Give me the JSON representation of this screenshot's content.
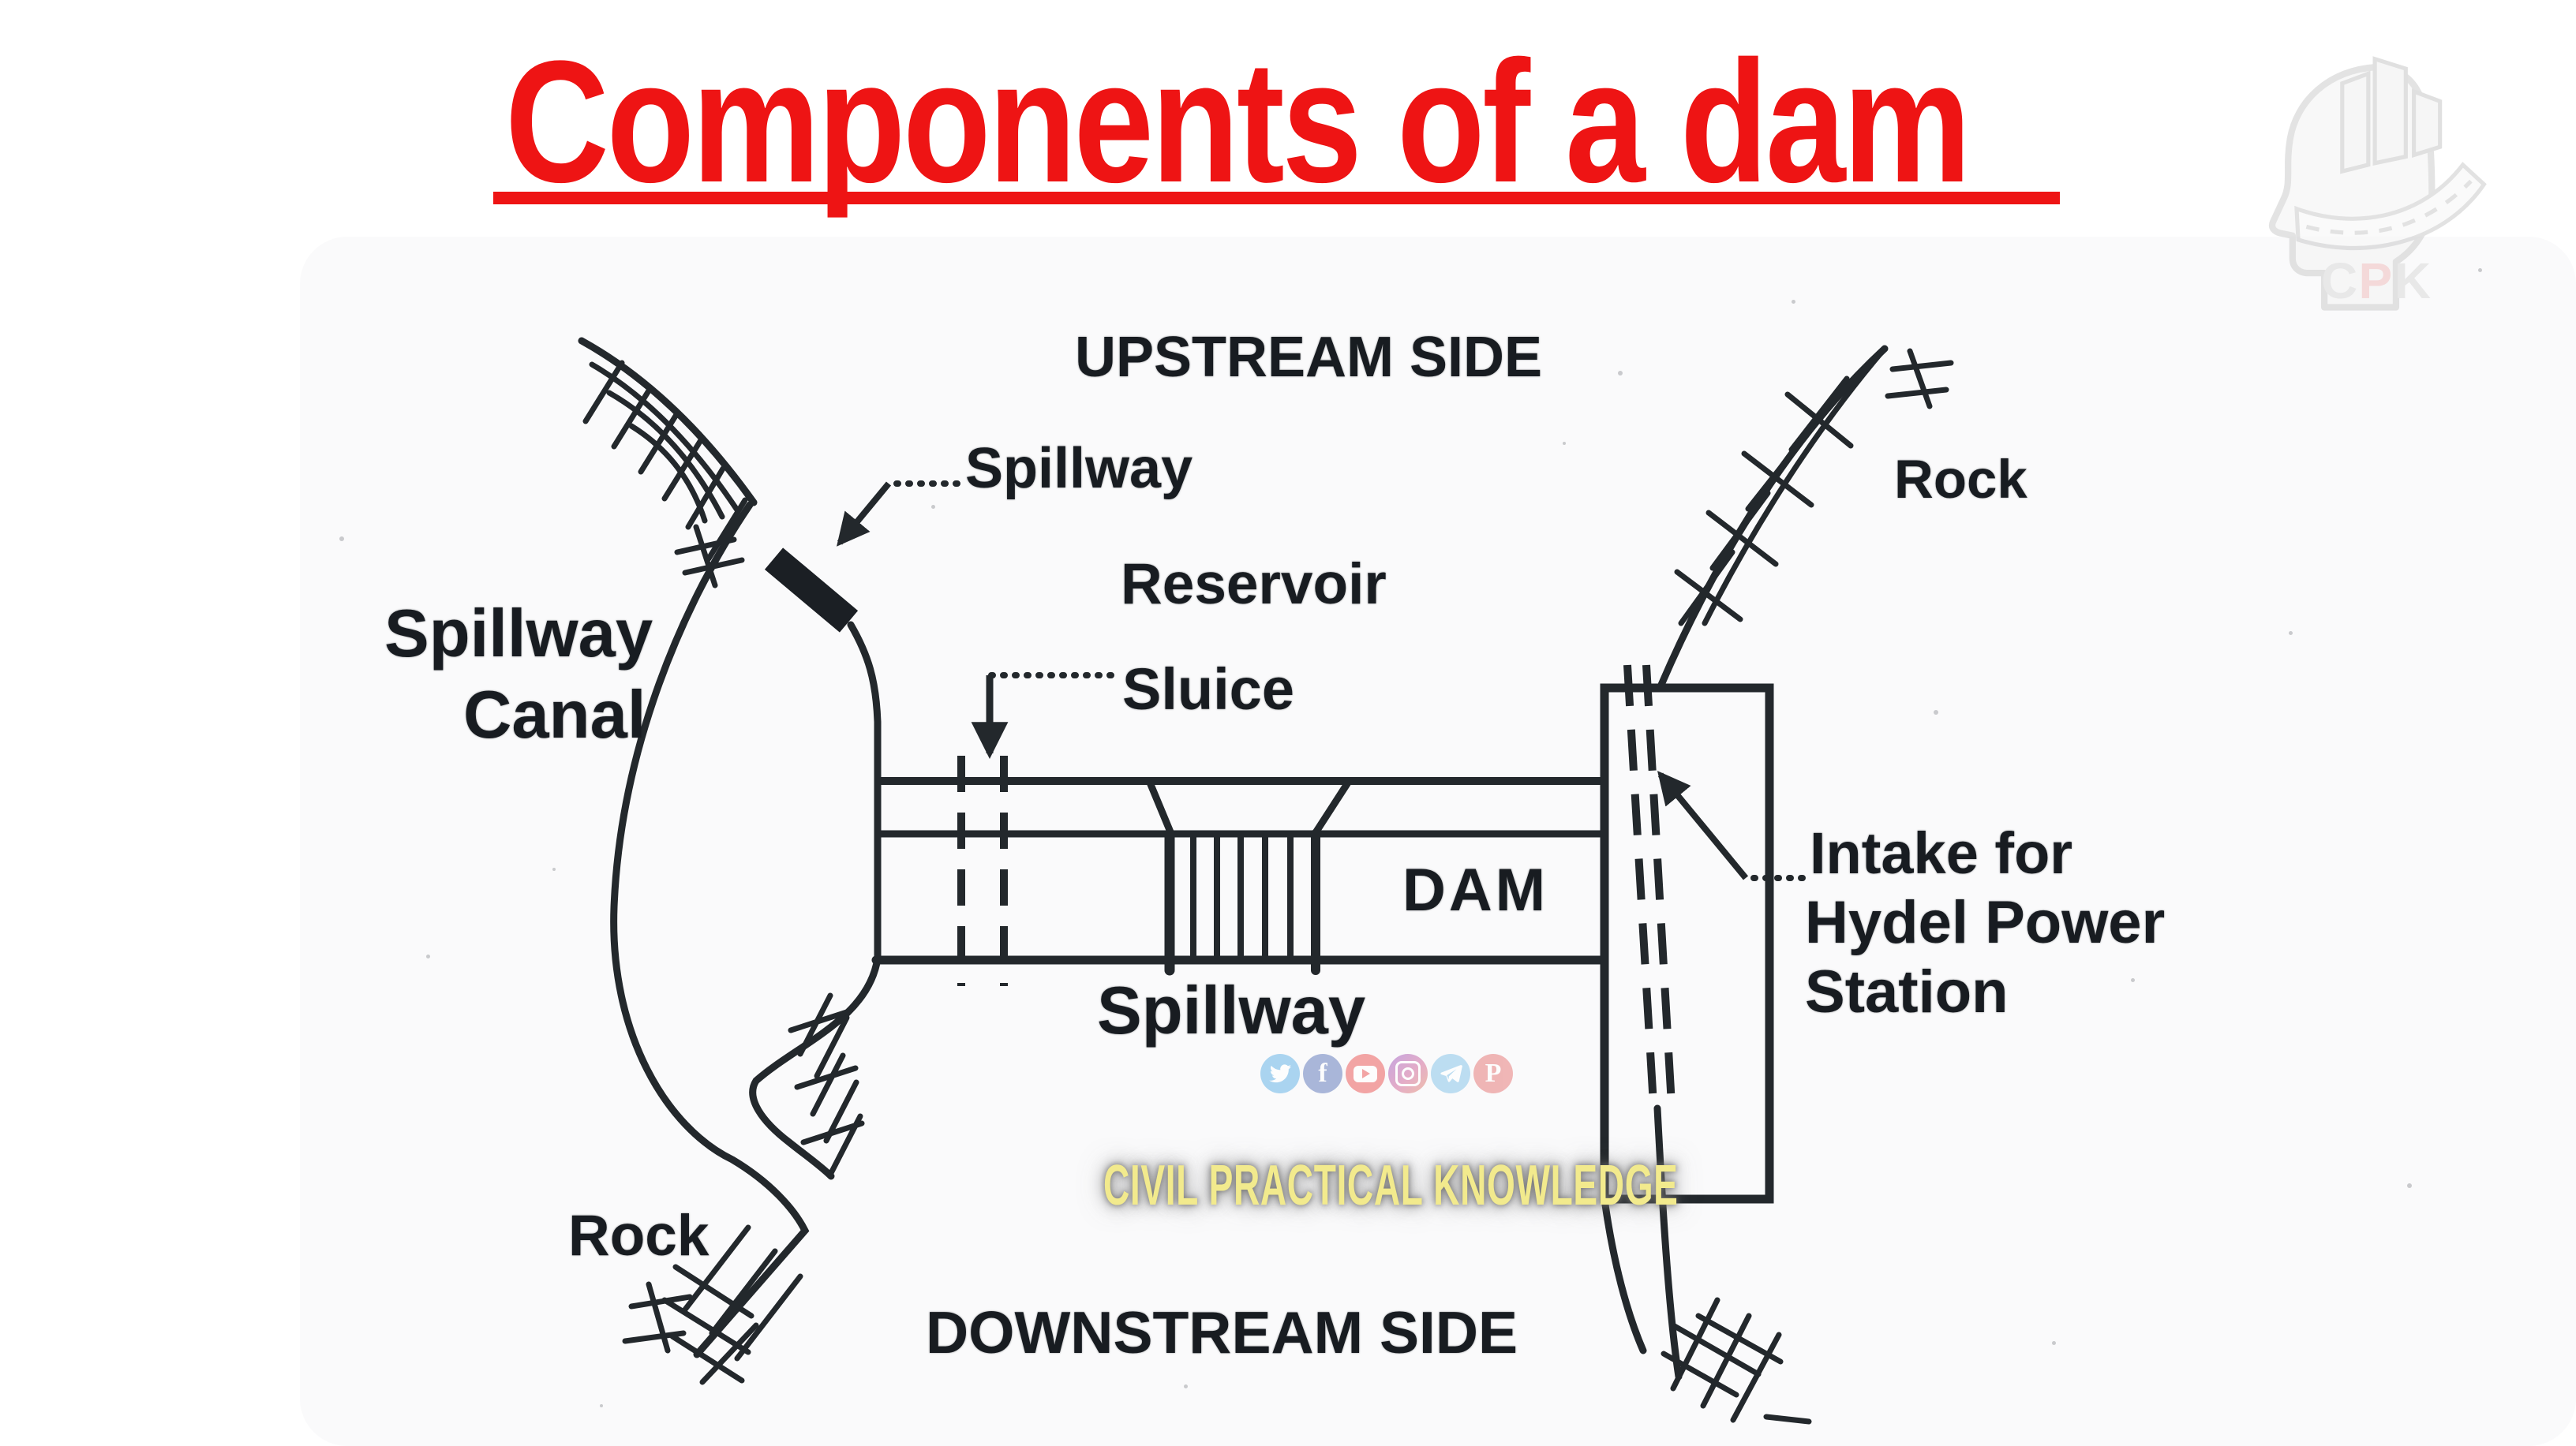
{
  "title": {
    "text": "Components of a dam",
    "color": "#ee1414"
  },
  "logo": {
    "c": "C",
    "p": "P",
    "k": "K"
  },
  "diagram": {
    "ink_color": "#23282c",
    "labels": {
      "upstream": "UPSTREAM SIDE",
      "spillway_top": "Spillway",
      "reservoir": "Reservoir",
      "sluice": "Sluice",
      "spillway_canal_1": "Spillway",
      "spillway_canal_2": "Canal",
      "dam": "DAM",
      "spillway_bottom": "Spillway",
      "rock_right": "Rock",
      "intake_1": "Intake for",
      "intake_2": "Hydel Power",
      "intake_3": "Station",
      "rock_left": "Rock",
      "downstream": "DOWNSTREAM SIDE"
    }
  },
  "watermark": {
    "text": "CIVIL PRACTICAL KNOWLEDGE",
    "color": "#f2ea8d",
    "icons": [
      "twitter-icon",
      "facebook-icon",
      "youtube-icon",
      "instagram-icon",
      "telegram-icon",
      "pinterest-icon"
    ],
    "facebook_glyph": "f",
    "pinterest_glyph": "P"
  }
}
